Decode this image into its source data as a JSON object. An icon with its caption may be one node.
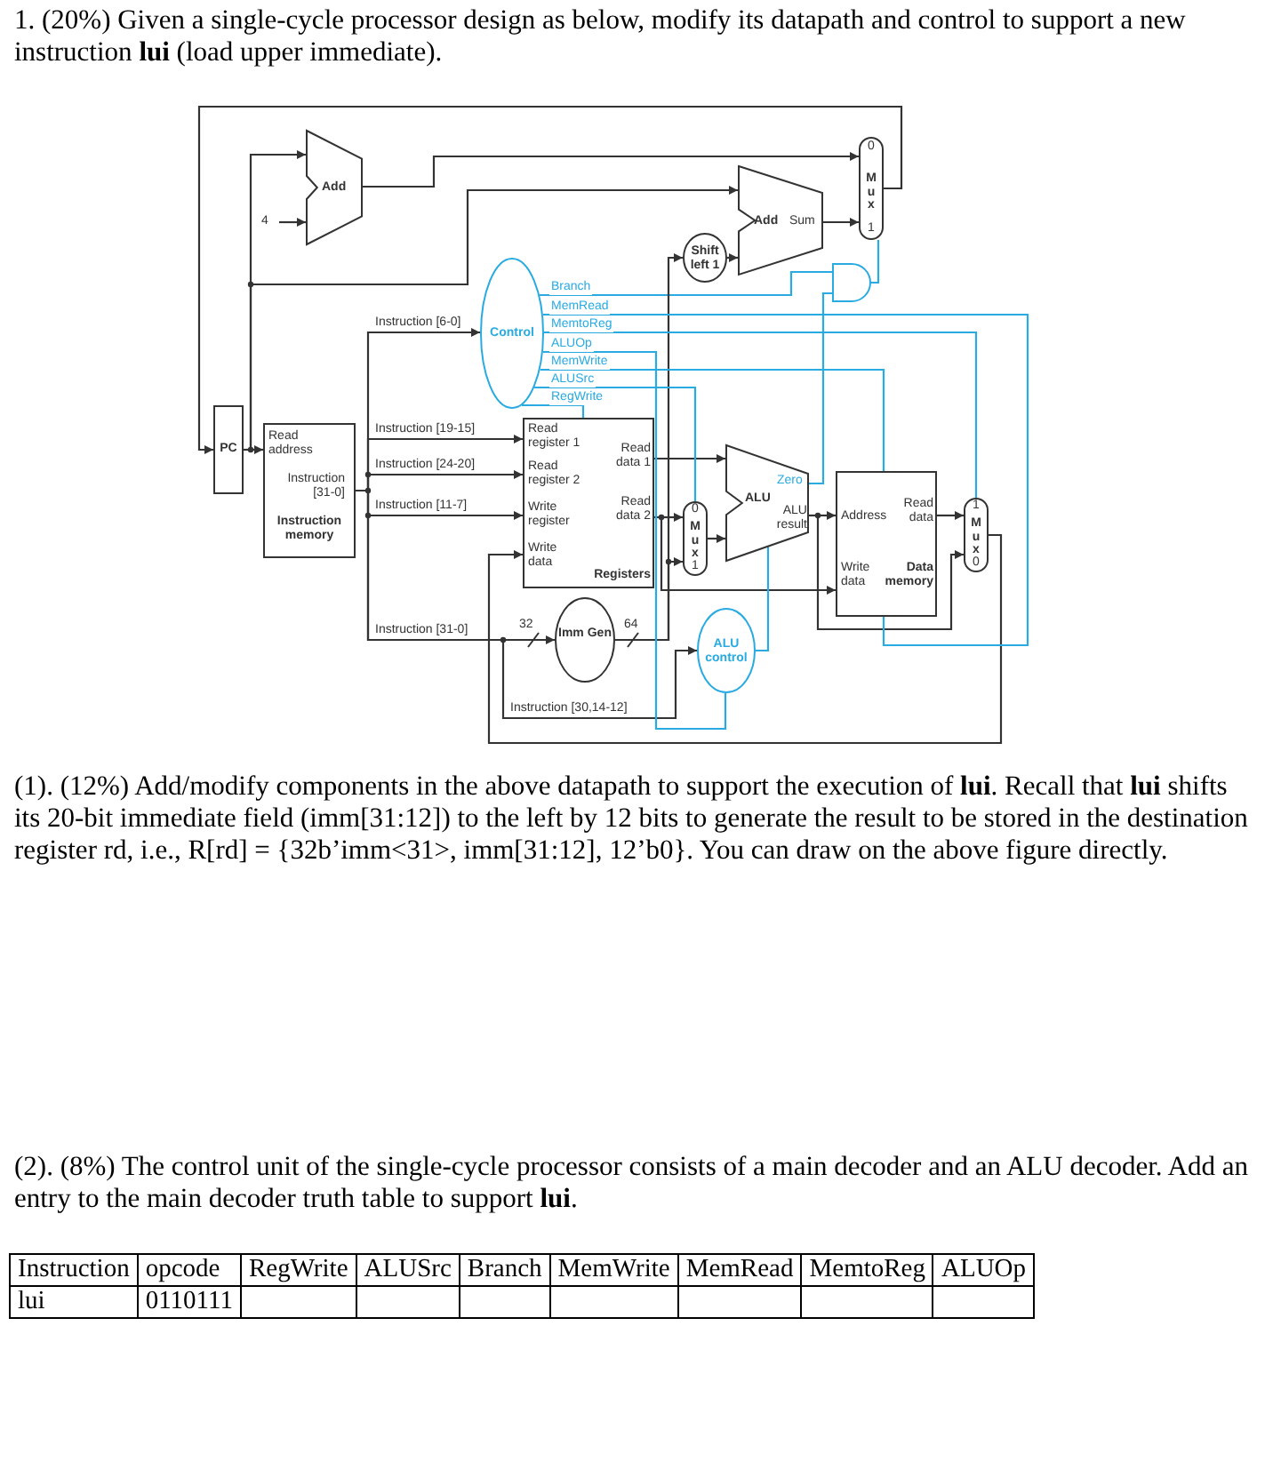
{
  "diagram": {
    "nodes": [
      {
        "text": [
          "Add"
        ]
      },
      {
        "text": [
          "4"
        ]
      },
      {
        "text": [
          "0",
          "Mux",
          "1"
        ]
      },
      {
        "text": [
          "Add",
          "Sum"
        ]
      },
      {
        "text": [
          "Shift left 1"
        ]
      },
      {
        "text": [],
        "shape": "gate"
      },
      {
        "text": [
          "Control"
        ]
      },
      {
        "text": [
          "PC"
        ]
      },
      {
        "text": [
          "Read address",
          "Instruction [31-0]",
          "Instruction memory"
        ]
      },
      {
        "text": [
          "Read register 1",
          "Read register 2",
          "Write register",
          "Write data",
          "Read data 1",
          "Read data 2",
          "Registers"
        ]
      },
      {
        "text": [
          "0",
          "Mux",
          "1"
        ]
      },
      {
        "text": [
          "ALU",
          "Zero",
          "ALU result"
        ]
      },
      {
        "text": [
          "Address",
          "Read data",
          "Write data",
          "Data memory"
        ]
      },
      {
        "text": [
          "1",
          "Mux",
          "0"
        ]
      },
      {
        "text": [
          "Imm Gen"
        ]
      },
      {
        "text": [
          "ALU control"
        ]
      }
    ],
    "edges": [
      {
        "from": 7,
        "to": 0,
        "arrow": "to"
      },
      {
        "from": 1,
        "to": 0,
        "arrow": "to"
      },
      {
        "from": 0,
        "to": 2,
        "arrow": "to"
      },
      {
        "from": 7,
        "to": 3,
        "arrow": "to"
      },
      {
        "from": 4,
        "to": 3,
        "arrow": "to"
      },
      {
        "from": 3,
        "to": 2,
        "arrow": "to"
      },
      {
        "from": 2,
        "to": 7,
        "arrow": "to"
      },
      {
        "from": 5,
        "to": 2,
        "arrow": "none",
        "color": "#29abe2"
      },
      {
        "from": 6,
        "to": 5,
        "arrow": "none",
        "label": "Branch",
        "color": "#29abe2"
      },
      {
        "from": 11,
        "to": 5,
        "arrow": "none",
        "color": "#29abe2"
      },
      {
        "from": 7,
        "to": 8,
        "arrow": "to"
      },
      {
        "from": 8,
        "to": 6,
        "arrow": "to",
        "label": "Instruction [6-0]"
      },
      {
        "from": 8,
        "to": 9,
        "arrow": "to",
        "label": "Instruction [19-15]"
      },
      {
        "from": 8,
        "to": 9,
        "arrow": "to",
        "label": "Instruction [24-20]"
      },
      {
        "from": 8,
        "to": 9,
        "arrow": "to",
        "label": "Instruction [11-7]"
      },
      {
        "from": 8,
        "to": 14,
        "arrow": "to",
        "label": "Instruction [31-0]"
      },
      {
        "from": 8,
        "to": 15,
        "arrow": "to",
        "label": "Instruction [30,14-12]"
      },
      {
        "from": 14,
        "to": 4,
        "arrow": "to"
      },
      {
        "from": 14,
        "to": 10,
        "arrow": "to"
      },
      {
        "from": 9,
        "to": 11,
        "arrow": "to"
      },
      {
        "from": 9,
        "to": 10,
        "arrow": "to"
      },
      {
        "from": 9,
        "to": 12,
        "arrow": "to"
      },
      {
        "from": 10,
        "to": 11,
        "arrow": "to"
      },
      {
        "from": 11,
        "to": 12,
        "arrow": "to"
      },
      {
        "from": 11,
        "to": 13,
        "arrow": "to"
      },
      {
        "from": 12,
        "to": 13,
        "arrow": "to"
      },
      {
        "from": 13,
        "to": 9,
        "arrow": "to"
      },
      {
        "from": 6,
        "to": 12,
        "arrow": "none",
        "label": "MemRead",
        "color": "#29abe2"
      },
      {
        "from": 6,
        "to": 13,
        "arrow": "none",
        "label": "MemtoReg",
        "color": "#29abe2"
      },
      {
        "from": 6,
        "to": 15,
        "arrow": "none",
        "label": "ALUOp",
        "color": "#29abe2"
      },
      {
        "from": 6,
        "to": 12,
        "arrow": "none",
        "label": "MemWrite",
        "color": "#29abe2"
      },
      {
        "from": 6,
        "to": 10,
        "arrow": "none",
        "label": "ALUSrc",
        "color": "#29abe2"
      },
      {
        "from": 6,
        "to": 9,
        "arrow": "none",
        "label": "RegWrite",
        "color": "#29abe2"
      },
      {
        "from": 15,
        "to": 11,
        "arrow": "none",
        "color": "#29abe2"
      }
    ],
    "labels": [
      "1. (20%) Given a single-cycle processor design as below, modify its datapath and control to support a new instruction **lui** (load upper immediate).",
      "32",
      "64",
      "(1). (12%) Add/modify components in the above datapath to support the execution of **lui**. Recall that **lui** shifts its 20-bit immediate field (imm[31:12]) to the left by 12 bits to generate the result to be stored in the destination register rd, i.e., R[rd] = {32b’imm<31>, imm[31:12], 12’b0}. You can draw on the above figure directly.",
      "(2). (8%) The control unit of the single-cycle processor consists of a main decoder and an ALU decoder. Add an entry to the main decoder truth table to support **lui**.",
      "Instruction",
      "opcode",
      "RegWrite",
      "ALUSrc",
      "Branch",
      "MemWrite",
      "MemRead",
      "MemtoReg",
      "ALUOp",
      "lui",
      "0110111"
    ]
  }
}
